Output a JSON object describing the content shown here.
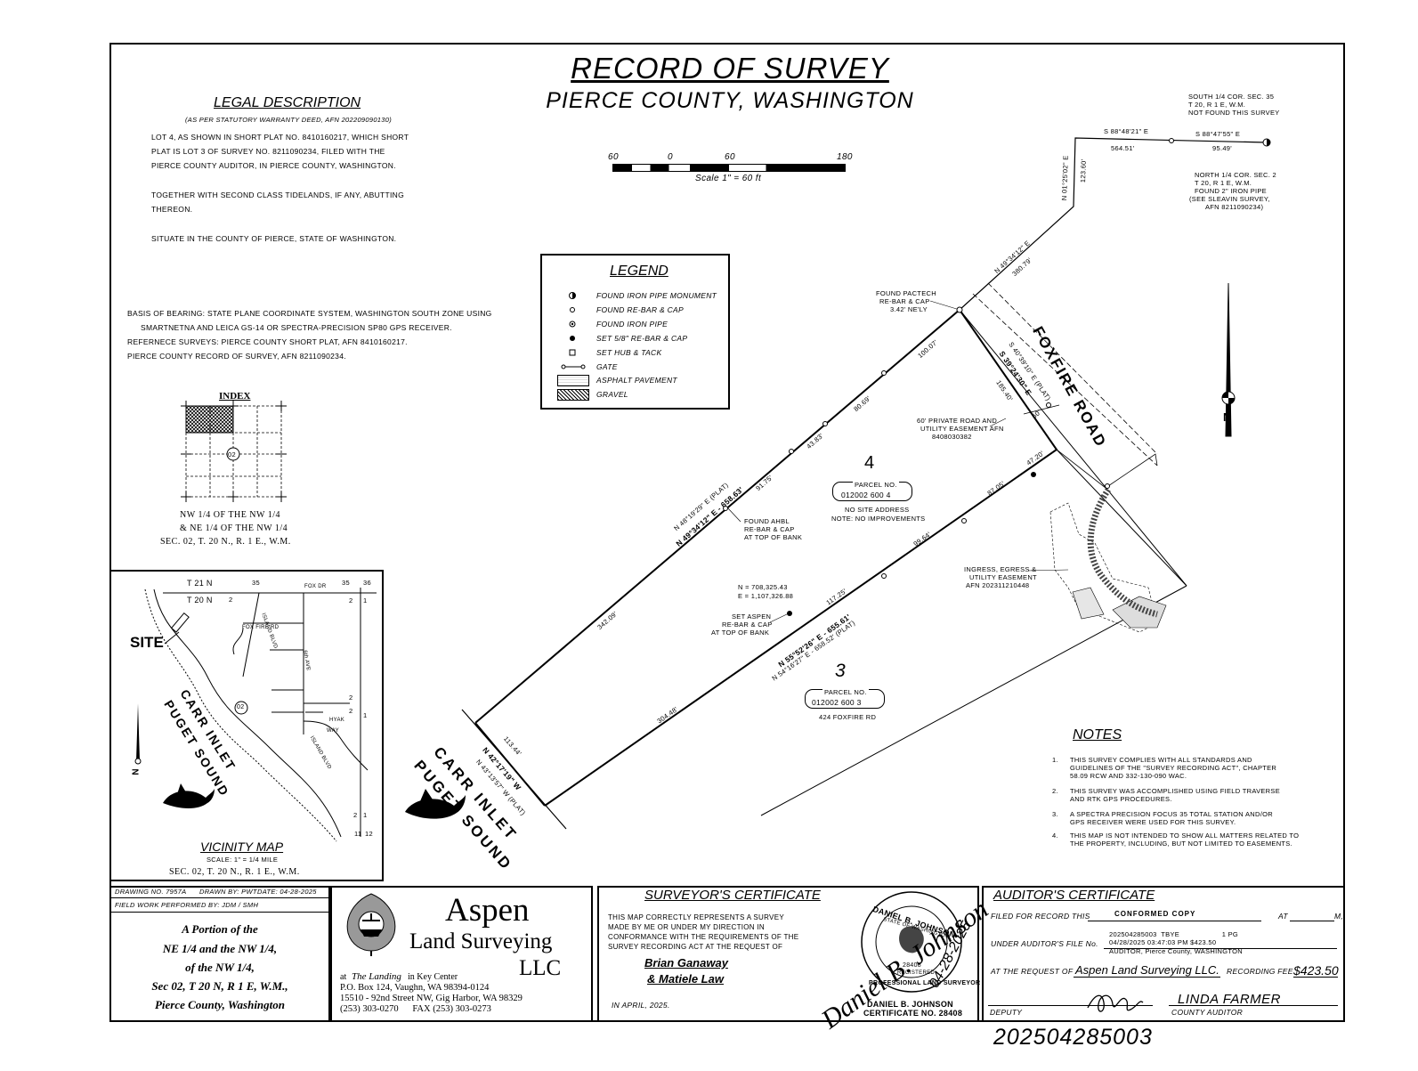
{
  "title": "RECORD OF SURVEY",
  "subtitle": "PIERCE COUNTY, WASHINGTON",
  "legal": {
    "heading": "LEGAL DESCRIPTION",
    "source": "(AS PER STATUTORY WARRANTY DEED, AFN 202209090130)",
    "lines": [
      "LOT 4, AS SHOWN IN SHORT PLAT NO. 8410160217, WHICH SHORT",
      "PLAT IS LOT 3 OF SURVEY NO. 8211090234, FILED WITH THE",
      "PIERCE COUNTY AUDITOR, IN PIERCE COUNTY, WASHINGTON.",
      "",
      "TOGETHER WITH SECOND CLASS TIDELANDS, IF ANY, ABUTTING",
      "THEREON.",
      "",
      "SITUATE IN THE COUNTY OF PIERCE, STATE OF WASHINGTON."
    ]
  },
  "basis": [
    "BASIS OF BEARING: STATE PLANE COORDINATE SYSTEM, WASHINGTON SOUTH ZONE USING",
    "SMARTNETNA AND LEICA GS-14 OR SPECTRA-PRECISION SP80 GPS RECEIVER.",
    "REFERNECE SURVEYS: PIERCE COUNTY SHORT PLAT, AFN 8410160217.",
    "PIERCE COUNTY RECORD OF SURVEY, AFN 8211090234."
  ],
  "scale": {
    "ticks": [
      "60",
      "0",
      "60",
      "180"
    ],
    "label": "Scale 1\" = 60 ft"
  },
  "legend": {
    "heading": "LEGEND",
    "items": [
      {
        "label": "FOUND IRON PIPE MONUMENT",
        "icon": "found-iron-pipe-monument-icon"
      },
      {
        "label": "FOUND RE-BAR & CAP",
        "icon": "found-rebar-cap-icon"
      },
      {
        "label": "FOUND IRON PIPE",
        "icon": "found-iron-pipe-icon"
      },
      {
        "label": "SET 5/8\" RE-BAR & CAP",
        "icon": "set-rebar-cap-icon"
      },
      {
        "label": "SET HUB & TACK",
        "icon": "set-hub-tack-icon"
      },
      {
        "label": "GATE",
        "icon": "gate-icon"
      },
      {
        "label": "ASPHALT PAVEMENT",
        "icon": "asphalt-pavement-icon"
      },
      {
        "label": "GRAVEL",
        "icon": "gravel-icon"
      }
    ]
  },
  "index": {
    "heading": "INDEX",
    "center": "02",
    "caption": [
      "NW 1/4 OF THE NW 1/4",
      "& NE 1/4 OF THE NW 1/4",
      "SEC. 02, T. 20 N., R. 1 E., W.M."
    ]
  },
  "vicinity": {
    "heading": "VICINITY MAP",
    "scale": "SCALE: 1\" = 1/4 MILE",
    "caption": "SEC. 02, T. 20 N., R. 1 E., W.M.",
    "labels": {
      "t21": "T 21 N",
      "t20": "T 20 N",
      "s35": "35",
      "s36": "36",
      "s2a": "2",
      "s2b": "2",
      "s1a": "1",
      "s2c": "2",
      "s1b": "1",
      "s2d": "2",
      "s1c": "1",
      "s11": "11",
      "s12": "12",
      "fox_dr": "FOX DR",
      "island_blvd": "ISLAND BLVD",
      "fox_fire_rd": "FOX FIRE RD",
      "sixth_ave": "6th AVE",
      "hyak": "HYAK",
      "way": "WAY",
      "island_blvd2": "ISLAND BLVD",
      "route": "02",
      "site": "SITE",
      "carr": "CARR INLET",
      "puget": "PUGET SOUND",
      "north": "N"
    }
  },
  "plan": {
    "corner_sw": [
      "SOUTH 1/4 COR. SEC. 35",
      "T 20, R 1 E, W.M.",
      "NOT FOUND THIS SURVEY"
    ],
    "corner_n": [
      "NORTH 1/4 COR. SEC. 2",
      "T 20, R 1 E, W.M.",
      "FOUND 2\" IRON PIPE",
      "(SEE SLEAVIN SURVEY,",
      "AFN 8211090234)"
    ],
    "b1": "S 88°48'21\" E",
    "d1": "564.51'",
    "b2": "S 88°47'55\" E",
    "d2": "95.49'",
    "b3": "N 01°25'02\" E",
    "d3": "123.60'",
    "b4": "N 49°34'12\" E",
    "d4": "380.79'",
    "pactech": [
      "FOUND PACTECH",
      "RE-BAR & CAP",
      "3.42' NE'LY"
    ],
    "road": "FOXFIRE ROAD",
    "b5": "S 40°39'10\" E (PLAT)",
    "b6": "S 39°24'30\" E",
    "d6": "185.40'",
    "d60": "60'",
    "easement": [
      "60' PRIVATE ROAD AND",
      "UTILITY EASEMENT AFN",
      "8408030382"
    ],
    "lot": "4",
    "parcel4_label": "PARCEL NO.",
    "parcel4": "012002 600 4",
    "nosite": "NO SITE ADDRESS",
    "noimp": "NOTE: NO IMPROVEMENTS",
    "d100": "100.07'",
    "d80": "80.69'",
    "d43": "43.83'",
    "d91": "91.75'",
    "d342": "342.09'",
    "b7": "N 48°19'29\" E (PLAT)",
    "b8": "N 49°34'12\" E - 658.63'",
    "ahbl": [
      "FOUND AHBL",
      "RE-BAR & CAP",
      "AT TOP OF BANK"
    ],
    "d47": "47.20'",
    "d87": "87.05'",
    "d99": "99.64'",
    "d117": "117.25'",
    "d304": "304.48'",
    "b9": "N 55°52'26\" E - 655.61'",
    "b10": "N 54°16'27\" E - 658.52' (PLAT)",
    "coordN": "N = 708,325.43",
    "coordE": "E = 1,107,326.88",
    "aspen": [
      "SET ASPEN",
      "RE-BAR & CAP",
      "AT TOP OF BANK"
    ],
    "ingress": [
      "INGRESS, EGRESS &",
      "UTILITY EASEMENT",
      "AFN 202311210448"
    ],
    "lot3": "3",
    "parcel3_label": "PARCEL NO.",
    "parcel3": "012002 600 3",
    "addr3": "424 FOXFIRE RD",
    "d113": "113.44'",
    "b11": "N 42°17'19\" W",
    "b12": "N 43°13'57\" W (PLAT)",
    "carr": "CARR INLET",
    "puget": "PUGET SOUND",
    "north": "N"
  },
  "notes": {
    "heading": "NOTES",
    "items": [
      {
        "num": "1.",
        "lines": [
          "THIS SURVEY COMPLIES WITH ALL STANDARDS AND",
          "GUIDELINES OF THE \"SURVEY RECORDING ACT\", CHAPTER",
          "58.09 RCW AND 332-130-090 WAC."
        ]
      },
      {
        "num": "2.",
        "lines": [
          "THIS SURVEY WAS ACCOMPLISHED USING FIELD TRAVERSE",
          "AND RTK GPS PROCEDURES."
        ]
      },
      {
        "num": "3.",
        "lines": [
          "A SPECTRA PRECISION FOCUS 35 TOTAL STATION AND/OR",
          "GPS RECEIVER WERE USED FOR THIS SURVEY."
        ]
      },
      {
        "num": "4.",
        "lines": [
          "THIS MAP IS NOT INTENDED TO SHOW ALL MATTERS RELATED TO",
          "THE PROPERTY, INCLUDING, BUT NOT LIMITED TO EASEMENTS."
        ]
      }
    ]
  },
  "titleblock": {
    "drawing": "DRAWING NO. 7957A",
    "drawn": "DRAWN BY: PWT",
    "date": "DATE: 04-28-2025",
    "field": "FIELD WORK PERFORMED BY: JDM / SMH",
    "portion": [
      "A Portion of the",
      "NE 1/4 and the NW 1/4,",
      "of the NW 1/4,",
      "Sec 02, T 20 N, R 1 E, W.M.,",
      "Pierce County, Washington"
    ]
  },
  "company": {
    "name1": "Aspen",
    "name2": "Land Surveying",
    "name3": "LLC",
    "at": "at",
    "landing": "The Landing",
    "in": "in Key Center",
    "addr1": "P.O. Box 124, Vaughn, WA 98394-0124",
    "addr2": "15510 - 92nd Street NW, Gig Harbor, WA 98329",
    "phones": "(253) 303-0270      FAX (253) 303-0273"
  },
  "surveyor": {
    "heading": "SURVEYOR'S CERTIFICATE",
    "text": [
      "THIS MAP CORRECTLY REPRESENTS A SURVEY",
      "MADE BY ME OR UNDER MY DIRECTION IN",
      "CONFORMANCE WITH THE REQUIREMENTS OF THE",
      "SURVEY RECORDING ACT AT THE REQUEST OF"
    ],
    "client1": "Brian Ganaway",
    "client2": "& Matiele Law",
    "month": "IN APRIL, 2025.",
    "name": "DANIEL B. JOHNSON",
    "cert": "CERTIFICATE NO. 28408",
    "seal_top": "DANIEL B. JOHNSON",
    "seal_state": "STATE OF WASHINGTON",
    "seal_num": "28408",
    "seal_reg": "REGISTERED",
    "seal_bottom": "PROFESSIONAL LAND SURVEYOR",
    "sig_date": "04-28-2025",
    "signature": "Daniel B. Johnson"
  },
  "auditor": {
    "heading": "AUDITOR'S CERTIFICATE",
    "filed": "FILED FOR RECORD THIS",
    "conformed": "CONFORMED COPY",
    "at": "AT",
    "m": "M,",
    "under": "UNDER AUDITOR'S FILE No.",
    "stamp1": "202504285003  TBYE                    1 PG",
    "stamp2": "04/28/2025 03:47:03 PM    $423.50",
    "stamp3": "AUDITOR, Pierce County, WASHINGTON",
    "request": "AT THE REQUEST OF",
    "req_name": "Aspen Land Surveying LLC.",
    "fee_label": "RECORDING FEE",
    "fee": "$423.50",
    "deputy": "DEPUTY",
    "auditor_name": "LINDA FARMER",
    "county": "COUNTY AUDITOR"
  },
  "filenumber": "202504285003"
}
